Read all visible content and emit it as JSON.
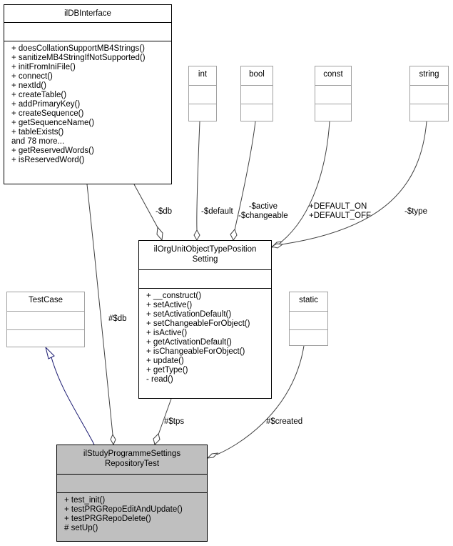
{
  "boxes": {
    "ildb": {
      "title": [
        "ilDBInterface"
      ],
      "methods": [
        "+ doesCollationSupportMB4Strings()",
        "+ sanitizeMB4StringIfNotSupported()",
        "+ initFromIniFile()",
        "+ connect()",
        "+ nextId()",
        "+ createTable()",
        "+ addPrimaryKey()",
        "+ createSequence()",
        "+ getSequenceName()",
        "+ tableExists()",
        "and 78 more...",
        "+ getReservedWords()",
        "+ isReservedWord()"
      ]
    },
    "int": {
      "title": [
        "int"
      ]
    },
    "bool": {
      "title": [
        "bool"
      ]
    },
    "const": {
      "title": [
        "const"
      ]
    },
    "string": {
      "title": [
        "string"
      ]
    },
    "setting": {
      "title": [
        "ilOrgUnitObjectTypePosition",
        "Setting"
      ],
      "methods": [
        "+ __construct()",
        "+ setActive()",
        "+ setActivationDefault()",
        "+ setChangeableForObject()",
        "+ isActive()",
        "+ getActivationDefault()",
        "+ isChangeableForObject()",
        "+ update()",
        "+ getType()",
        "- read()"
      ]
    },
    "testcase": {
      "title": [
        "TestCase"
      ]
    },
    "static": {
      "title": [
        "static"
      ]
    },
    "repotest": {
      "title": [
        "ilStudyProgrammeSettings",
        "RepositoryTest"
      ],
      "methods": [
        "+ test_init()",
        "+ testPRGRepoEditAndUpdate()",
        "+ testPRGRepoDelete()",
        "# setUp()"
      ]
    }
  },
  "edges": {
    "db_to_setting": "-$db",
    "int_to_setting": "-$default",
    "bool_to_setting": [
      "-$active",
      "-$changeable"
    ],
    "const_to_setting": [
      "+DEFAULT_ON",
      "+DEFAULT_OFF"
    ],
    "string_to_setting": "-$type",
    "db_to_repotest": "#$db",
    "setting_to_repotest": "#$tps",
    "static_to_repotest": "#$created"
  },
  "colors": {
    "line": "#404040",
    "inheritance": "#191970",
    "gray_border": "#a0a0a0",
    "highlight_fill": "#bfbfbf"
  }
}
